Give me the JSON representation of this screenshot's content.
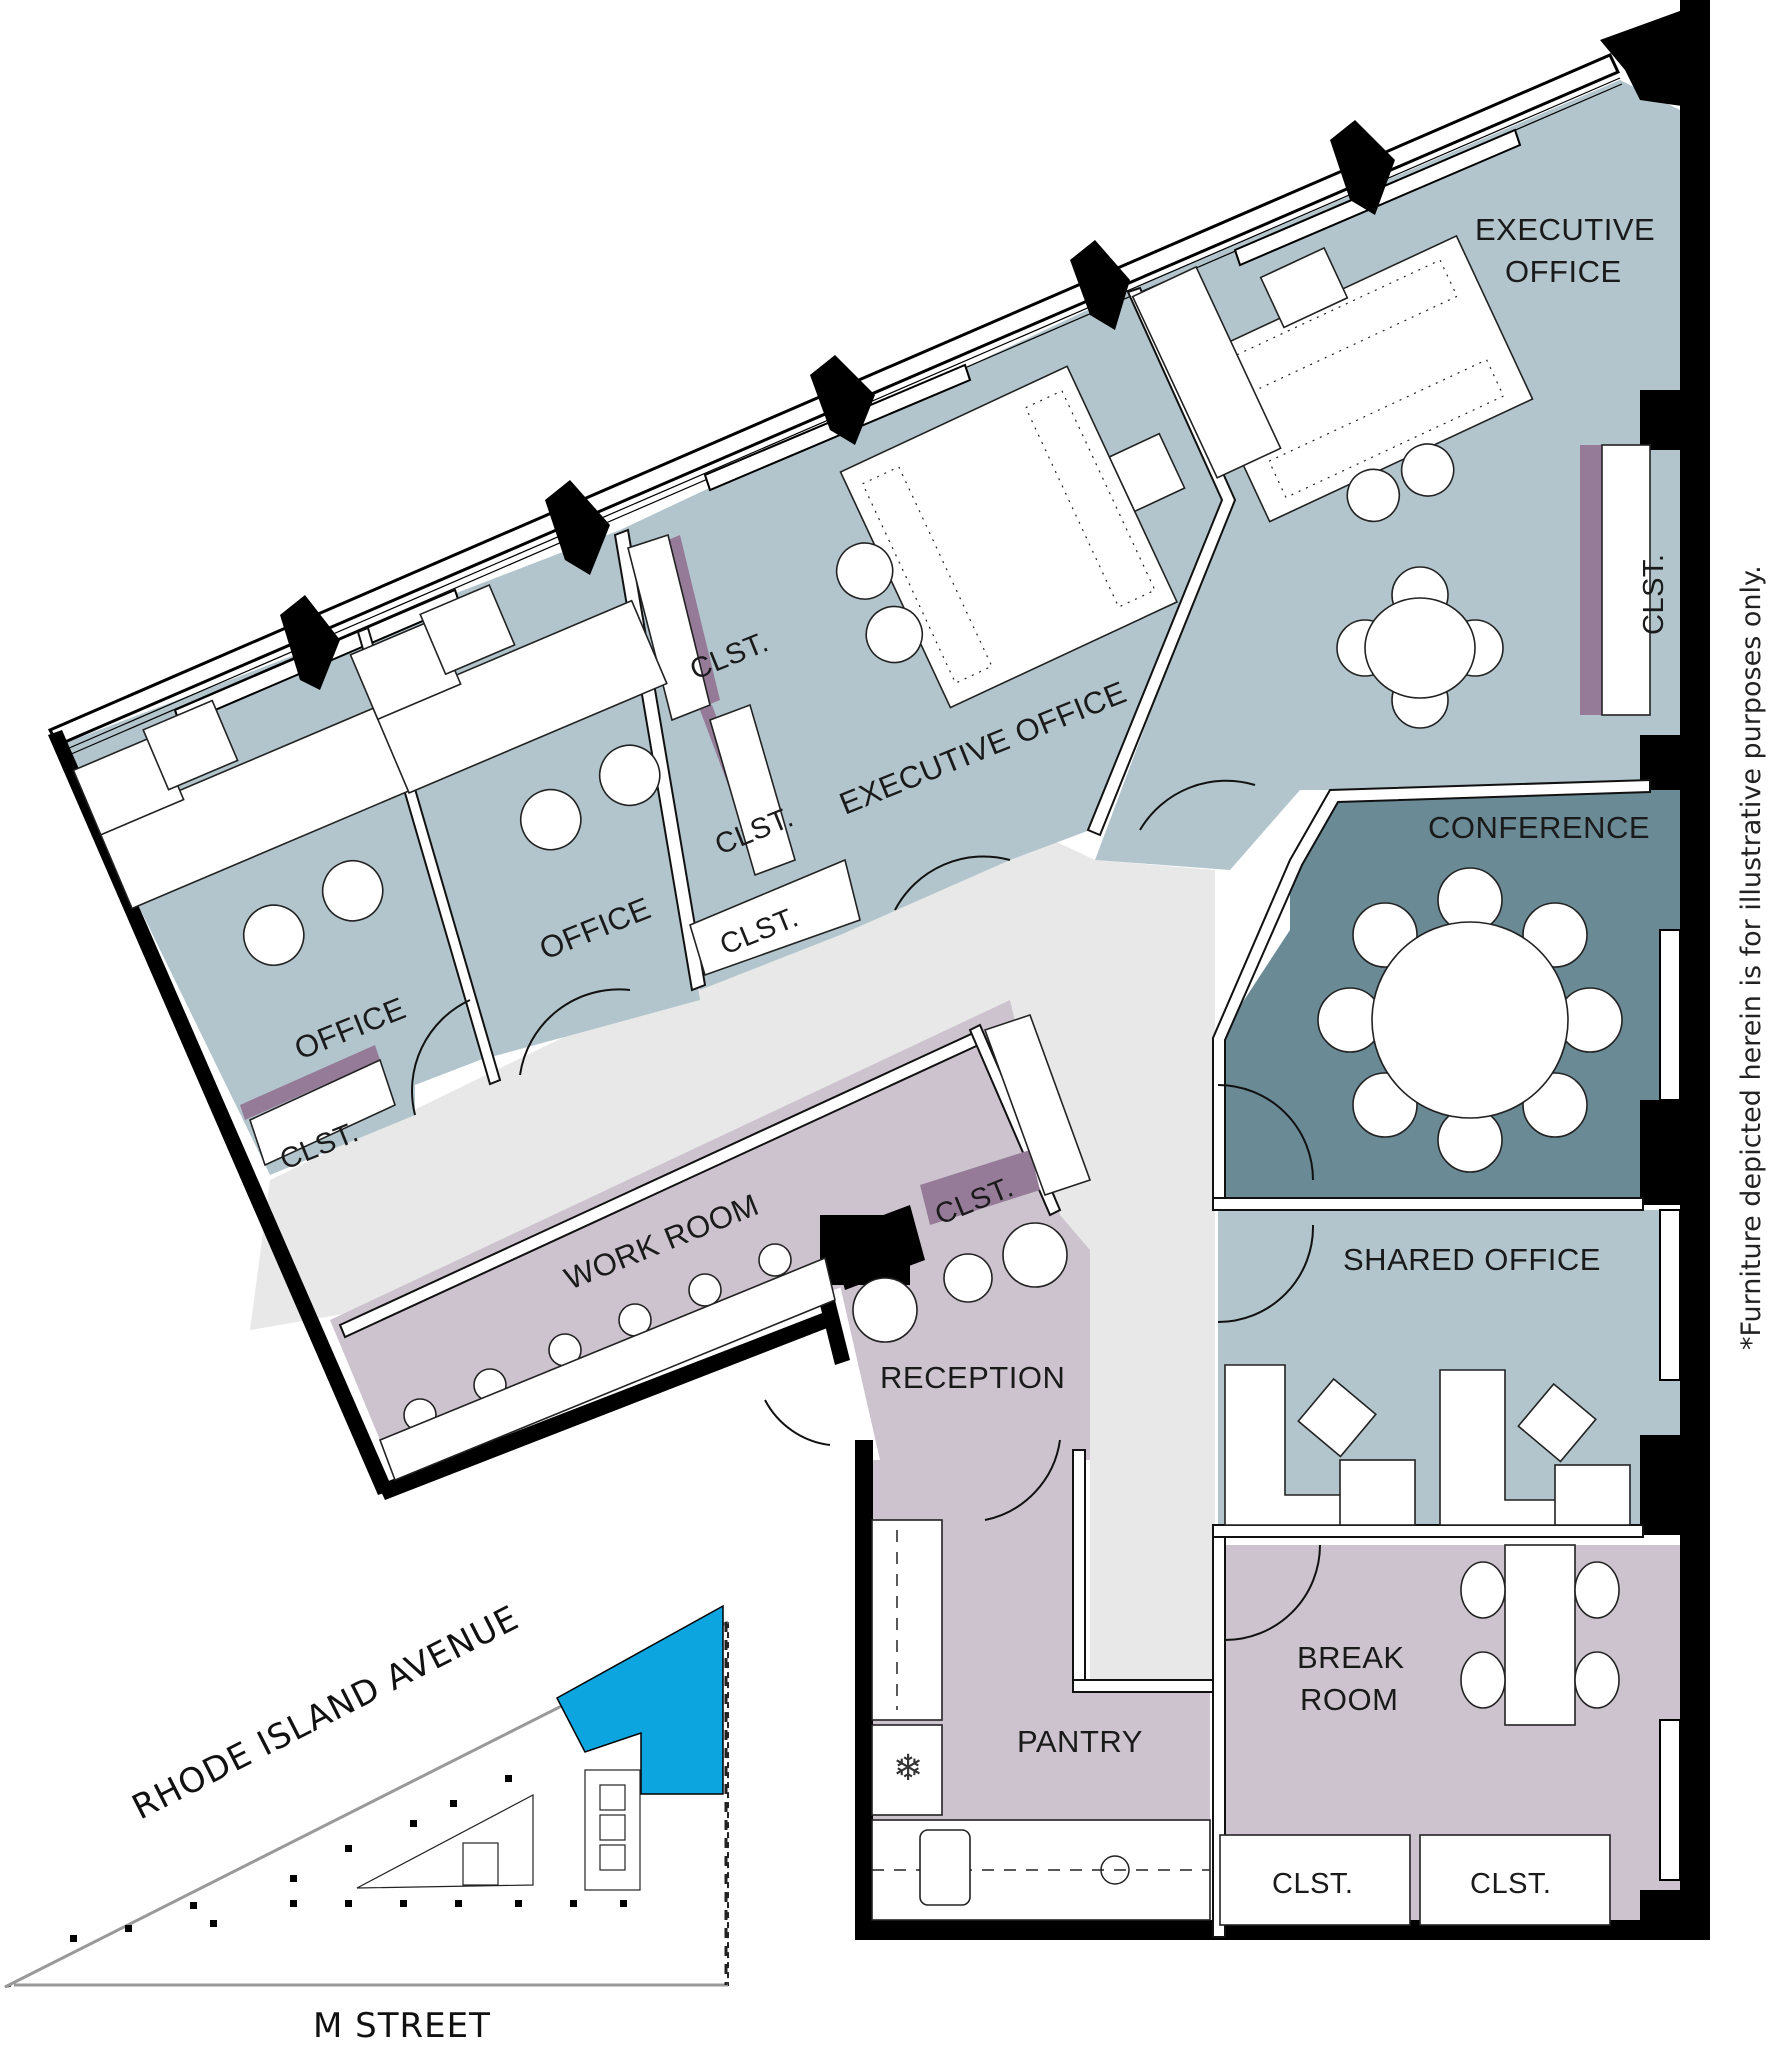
{
  "plan": {
    "colors": {
      "office": "#b2c5cc",
      "conference": "#6a8a96",
      "support": "#cdc3cf",
      "closet_accent": "#957b98",
      "corridor": "#e8e8e8",
      "walls": "#000000",
      "keyplan_highlight": "#0da5df"
    },
    "rooms": {
      "office_1": "OFFICE",
      "office_2": "OFFICE",
      "executive_office_1": "EXECUTIVE OFFICE",
      "executive_office_2_line1": "EXECUTIVE",
      "executive_office_2_line2": "OFFICE",
      "conference": "CONFERENCE",
      "shared_office": "SHARED OFFICE",
      "work_room": "WORK ROOM",
      "reception": "RECEPTION",
      "pantry": "PANTRY",
      "break_room_line1": "BREAK",
      "break_room_line2": "ROOM"
    },
    "closets": {
      "office_1_closet": "CLST.",
      "exec_closet_upper": "CLST.",
      "exec_closet_lower": "CLST.",
      "corridor_closet": "CLST.",
      "work_room_closet": "CLST.",
      "exec_2_closet": "CLST.",
      "break_closet_1": "CLST.",
      "break_closet_2": "CLST."
    },
    "disclaimer": "*Furniture depicted herein is for illustrative purposes only."
  },
  "key_plan": {
    "street_north": "RHODE ISLAND AVENUE",
    "street_south": "M STREET"
  }
}
